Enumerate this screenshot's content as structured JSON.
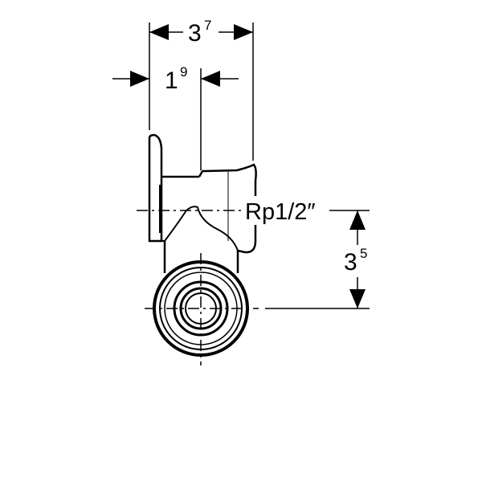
{
  "drawing": {
    "dimensions": {
      "overall_width": {
        "base": "3",
        "sup": "7"
      },
      "offset": {
        "base": "1",
        "sup": "9"
      },
      "height": {
        "base": "3",
        "sup": "5"
      }
    },
    "thread_label": "Rp1/2″"
  },
  "colors": {
    "line": "#000000",
    "background": "#ffffff"
  }
}
